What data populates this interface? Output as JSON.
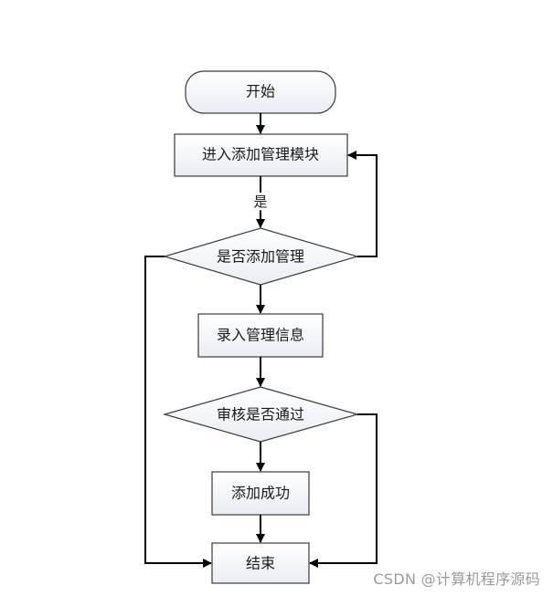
{
  "nodes": {
    "start": "开始",
    "enter_module": "进入添加管理模块",
    "decision_add": "是否添加管理",
    "input_info": "录入管理信息",
    "decision_audit": "审核是否通过",
    "success": "添加成功",
    "end": "结束"
  },
  "edges": {
    "yes_label": "是"
  },
  "watermark": "CSDN @计算机程序源码",
  "colors": {
    "node_fill": "#f4f6fa",
    "terminal_fill": "#f6f8fb",
    "line": "#000000"
  }
}
